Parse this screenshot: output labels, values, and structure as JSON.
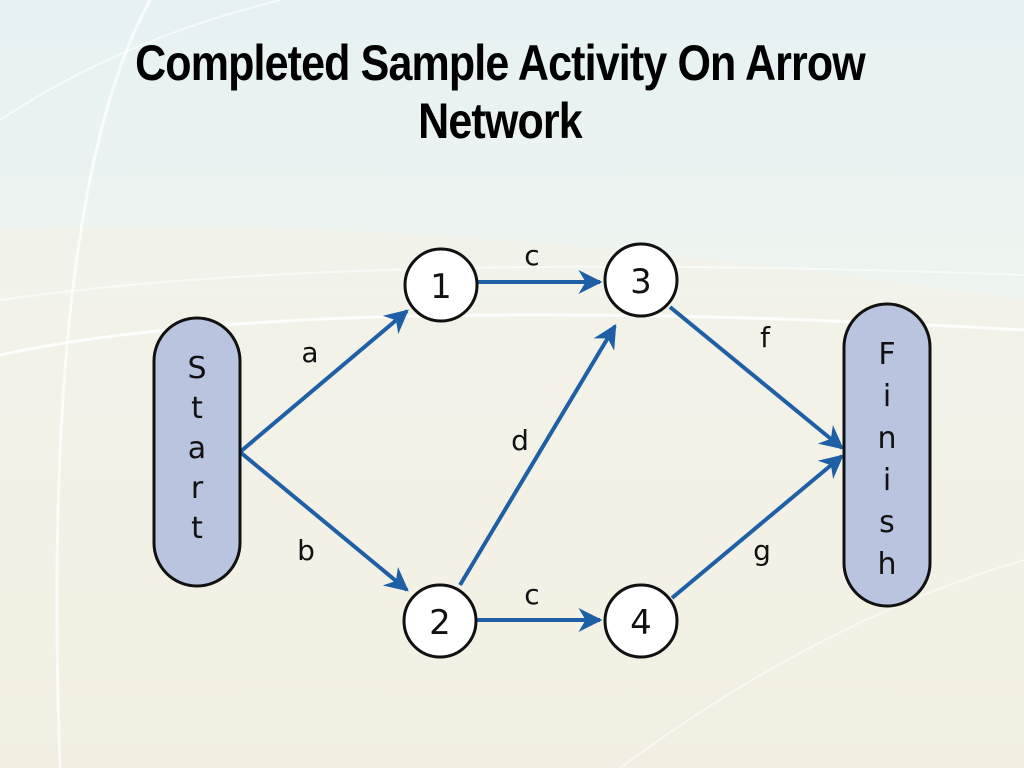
{
  "title": {
    "line1": "Completed Sample Activity On Arrow",
    "line2": "Network"
  },
  "colors": {
    "arrow": "#1f5fa6",
    "terminal_fill": "#b9c4de",
    "node_fill": "#ffffff",
    "outline": "#111111"
  },
  "terminals": {
    "start": [
      "S",
      "t",
      "a",
      "r",
      "t"
    ],
    "finish": [
      "F",
      "i",
      "n",
      "i",
      "s",
      "h"
    ]
  },
  "nodes": {
    "n1": "1",
    "n2": "2",
    "n3": "3",
    "n4": "4"
  },
  "activities": {
    "a": "a",
    "b": "b",
    "c_top": "c",
    "c_bottom": "c",
    "d": "d",
    "f": "f",
    "g": "g"
  }
}
